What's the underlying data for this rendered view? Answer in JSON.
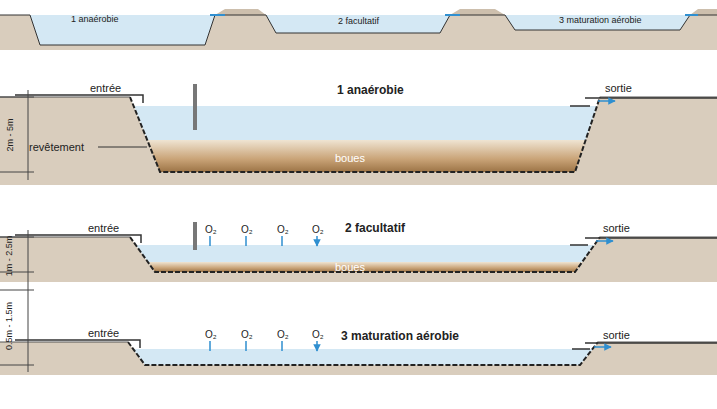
{
  "diagram": {
    "labels": [
      "1 anaérobie",
      "2 facultatif",
      "3 maturation aérobie",
      "entrée",
      "1 anaérobie",
      "sortie",
      "2m - 5m",
      "revêtement",
      "boues",
      "entrée",
      "O₂",
      "O₂",
      "O₂",
      "O₂",
      "2 facultatif",
      "sortie",
      "1m - 2.5m",
      "boues",
      "entrée",
      "O₂",
      "O₂",
      "O₂",
      "O₂",
      "3 maturation aérobie",
      "sortie",
      "0.5m - 1.5m"
    ]
  }
}
